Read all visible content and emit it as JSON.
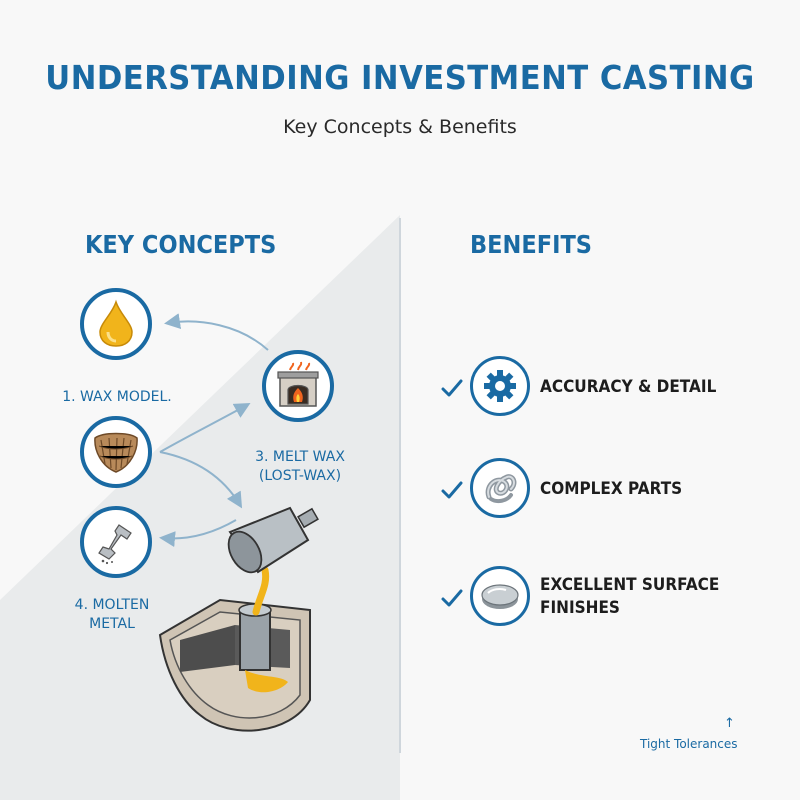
{
  "header": {
    "title": "UNDERSTANDING INVESTMENT CASTING",
    "subtitle": "Key Concepts & Benefits"
  },
  "key_concepts": {
    "heading": "KEY CONCEPTS",
    "steps": [
      {
        "label": "1. WAX MODEL.",
        "icon": "wax-drop-icon"
      },
      {
        "label": "",
        "icon": "shell-mold-icon"
      },
      {
        "label_line1": "3. MELT WAX",
        "label_line2": "(LOST-WAX)",
        "icon": "furnace-icon"
      },
      {
        "label_line1": "4. MOLTEN",
        "label_line2": "METAL",
        "icon": "metal-part-icon"
      }
    ]
  },
  "benefits": {
    "heading": "BENEFITS",
    "items": [
      {
        "label": "ACCURACY & DETAIL",
        "icon": "gear-icon"
      },
      {
        "label": "COMPLEX PARTS",
        "icon": "twisted-part-icon"
      },
      {
        "label_line1": "EXCELLENT SURFACE",
        "label_line2": "FINISHES",
        "icon": "polished-disc-icon"
      }
    ]
  },
  "footnote": {
    "arrow": "↑",
    "text": "Tight Tolerances"
  },
  "colors": {
    "accent": "#1a6aa3",
    "wax": "#f1b41b",
    "text": "#1d1d1d"
  }
}
